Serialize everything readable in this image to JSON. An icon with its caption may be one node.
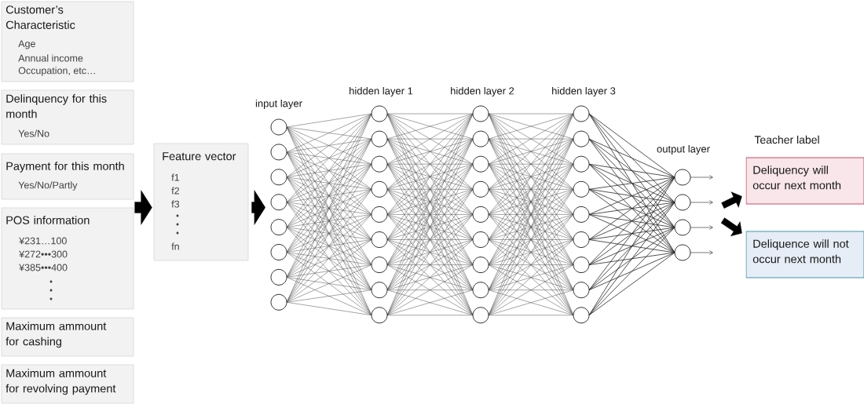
{
  "diagram": {
    "nodes": [
      {
        "text": [
          "Customer’s Characteristic",
          "Age",
          "Annual income",
          "Occupation, etc…"
        ]
      },
      {
        "text": [
          "Delinquency for this month",
          "Yes/No"
        ]
      },
      {
        "text": [
          "Payment for this month",
          "Yes/No/Partly"
        ]
      },
      {
        "text": [
          "POS information",
          "¥231…100",
          "¥272•••300",
          "¥385•••400"
        ]
      },
      {
        "text": [
          "Maximum ammount for cashing"
        ]
      },
      {
        "text": [
          "Maximum ammount for revolving payment"
        ]
      },
      {
        "text": [
          "Feature vector",
          "f1",
          "f2",
          "f3",
          "fn"
        ]
      },
      {
        "text": [],
        "shape": "picture"
      },
      {
        "text": [
          "Deliquency will occur next month"
        ]
      },
      {
        "text": [
          "Deliquence will not occur next month"
        ]
      }
    ],
    "edges": [
      {
        "from": null,
        "to": 6,
        "arrow": "to"
      },
      {
        "from": 6,
        "to": 7,
        "arrow": "to"
      },
      {
        "from": 7,
        "to": 8,
        "arrow": "to"
      },
      {
        "from": 7,
        "to": 9,
        "arrow": "to"
      }
    ],
    "labels": [
      "input layer",
      "hidden layer 1",
      "hidden layer 2",
      "hidden layer 3",
      "output layer",
      "Teacher label"
    ]
  }
}
